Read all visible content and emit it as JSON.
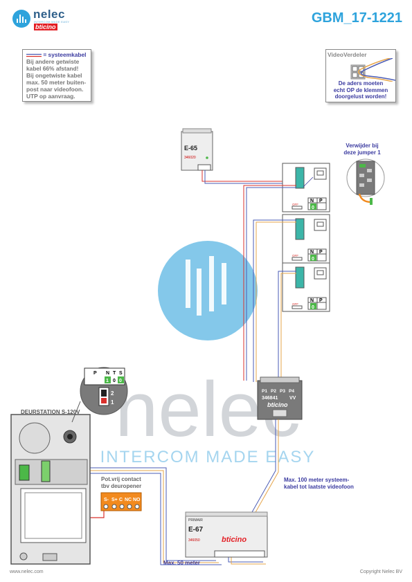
{
  "header": {
    "brand_name": "nelec",
    "brand_sub": "INTERCOM MADE EASY",
    "brand_bt": "bticino",
    "title": "GBM_17-1221"
  },
  "note": {
    "legend": "= systeemkabel",
    "lines": [
      "Bij andere getwiste",
      "kabel 66% afstand!",
      "Bij ongetwiste kabel",
      "max. 50 meter buiten-",
      "post naar videofoon.",
      "UTP op aanvraag."
    ]
  },
  "videoverdeler": {
    "title": "VideoVerdeler",
    "note": [
      "De aders moeten",
      "echt OP de klemmen",
      "doorgelust worden!"
    ]
  },
  "power_supply": {
    "model": "E-65",
    "code": "346020"
  },
  "jumper_note": [
    "Verwijder bij",
    "deze jumper 1"
  ],
  "monitor": {
    "n_label": "N",
    "p_label": "P",
    "n_value": "0",
    "off_label": "OFF"
  },
  "distributor": {
    "ports": [
      "P1",
      "P2",
      "P3",
      "P4"
    ],
    "code": "346841",
    "suffix": "VV",
    "brand": "bticino"
  },
  "door_station": {
    "label": "DEURSTATION S-120V",
    "switch_labels": [
      "P",
      "N",
      "T",
      "S"
    ],
    "switch_values": [
      "1",
      "0",
      "0"
    ],
    "dip_labels": [
      "2",
      "1"
    ]
  },
  "relay": {
    "label": [
      "Pot.vrij contact",
      "tbv deuropener"
    ],
    "terminals": [
      "S-",
      "S+",
      "C",
      "NC",
      "NO"
    ]
  },
  "controller": {
    "model": "E-67",
    "code": "346050",
    "brand": "bticino",
    "top_label": "PRIMAIR"
  },
  "max100": [
    "Max. 100 meter systeem-",
    "kabel tot laatste videofoon"
  ],
  "max50": "Max. 50 meter",
  "watermark": {
    "text": "nelec",
    "sub": "INTERCOM MADE EASY"
  },
  "footer": {
    "left": "www.nelec.com",
    "right": "Copyright Nelec BV"
  },
  "colors": {
    "accent": "#2ea3dc",
    "wire_blue": "#4a5bb5",
    "wire_red": "#d9302c",
    "wire_orange": "#e6a54a",
    "green": "#4cb848",
    "orange_block": "#f28a1e"
  }
}
